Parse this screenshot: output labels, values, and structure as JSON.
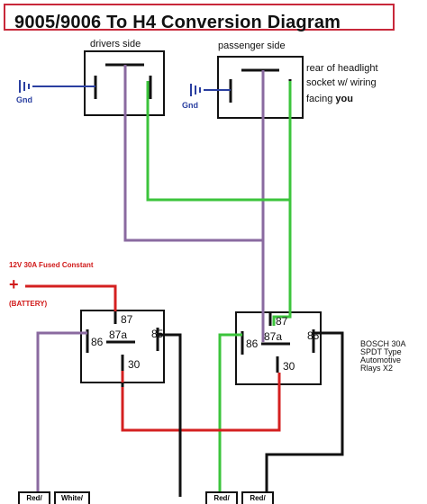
{
  "title": "9005/9006 To H4 Conversion Diagram",
  "headlight": {
    "drivers_label": "drivers side",
    "passenger_label": "passenger side",
    "note_line1": "rear of headlight",
    "note_line2": "socket w/ wiring",
    "note_line3_pre": "facing ",
    "note_line3_bold": "you",
    "gnd_label": "Gnd"
  },
  "power": {
    "title": "12V 30A Fused Constant",
    "plus": "+",
    "battery": "(BATTERY)"
  },
  "relays": {
    "pins": {
      "p87": "87",
      "p87a": "87a",
      "p86": "86",
      "p85": "85",
      "p30": "30"
    },
    "note": "BOSCH 30A SPDT Type Automotive Rlays X2"
  },
  "plugs": [
    "Red/",
    "White/",
    "Red/",
    "Red/"
  ],
  "wire_colors": {
    "red": "#d42020",
    "green": "#3cc43c",
    "purple": "#8a6aa0",
    "black": "#111111",
    "blue": "#2a3fa0"
  }
}
